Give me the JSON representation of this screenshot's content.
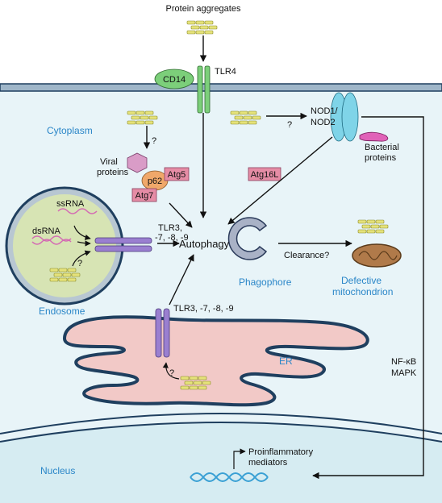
{
  "labels": {
    "protein_aggregates": "Protein aggregates",
    "tlr4": "TLR4",
    "cd14": "CD14",
    "nod1": "NOD1/",
    "nod2": "NOD2",
    "bacterial": "Bacterial",
    "proteins": "proteins",
    "cytoplasm": "Cytoplasm",
    "viral": "Viral",
    "viral_proteins": "proteins",
    "p62": "p62",
    "atg5": "Atg5",
    "atg7": "Atg7",
    "atg16l": "Atg16L",
    "q1": "?",
    "q2": "?",
    "q3": "?",
    "q4": "?",
    "ssrna": "ssRNA",
    "dsrna": "dsRNA",
    "tlr_endo_1": "TLR3,",
    "tlr_endo_2": "-7, -8, -9",
    "autophagy": "Autophagy",
    "clearance": "Clearance?",
    "phagophore": "Phagophore",
    "defective": "Defective",
    "mitochondrion": "mitochondrion",
    "endosome": "Endosome",
    "tlr_er": "TLR3, -7, -8, -9",
    "er": "ER",
    "nfkb": "NF-κB",
    "mapk": "MAPK",
    "proinflammatory": "Proinflammatory",
    "mediators": "mediators",
    "nucleus": "Nucleus"
  },
  "colors": {
    "cytoplasm": "#e8f4f8",
    "membrane": "#1f3f5f",
    "aggregate": "#e5e27a",
    "tlr4": "#7ccf7a",
    "tlr_other": "#9a7fd0",
    "er": "#f2c9c7",
    "endosome": "#d7e4b4",
    "nucleus": "#d6ecf2",
    "atg_box": "#e58ca5",
    "nod": "#7fd4e8",
    "blue_label": "#2a86c8"
  }
}
